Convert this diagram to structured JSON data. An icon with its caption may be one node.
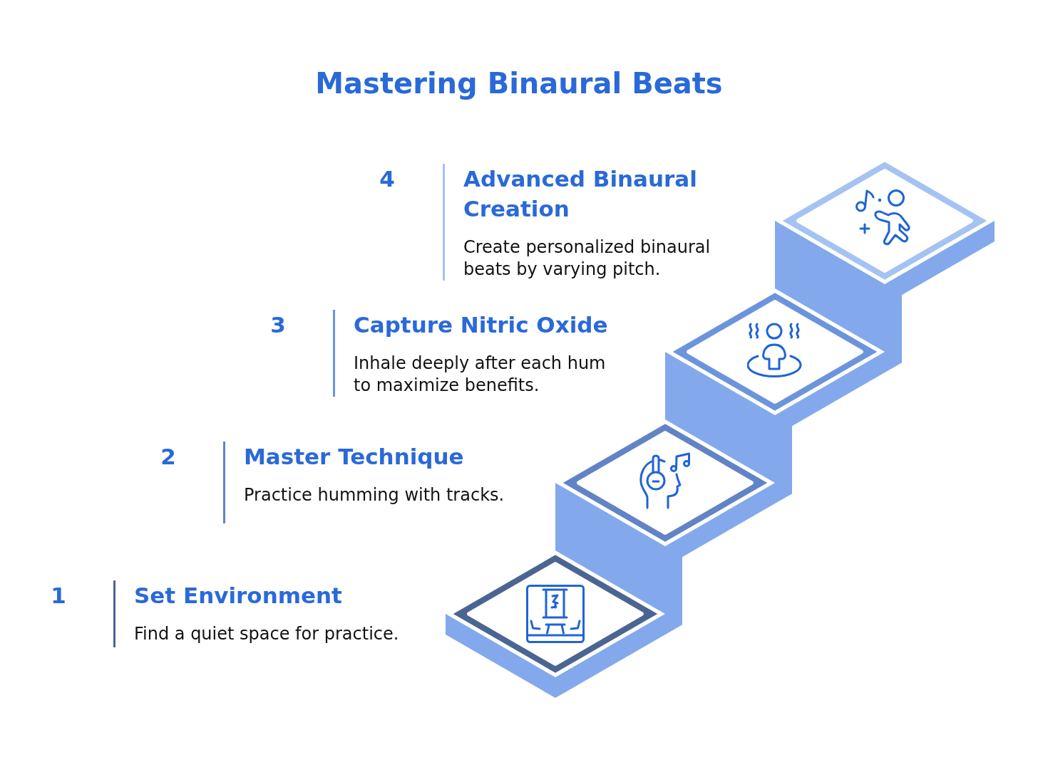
{
  "diagram": {
    "title": "Mastering Binaural Beats",
    "nodes": [
      {
        "text": [
          "Advanced Binaural Creation",
          "Create personalized binaural beats by varying pitch."
        ],
        "beside": [
          "4"
        ]
      },
      {
        "text": [
          "Capture Nitric Oxide",
          "Inhale deeply after each hum to maximize benefits."
        ],
        "beside": [
          "3"
        ]
      },
      {
        "text": [
          "Master Technique",
          "Practice humming with tracks."
        ],
        "beside": [
          "2"
        ]
      },
      {
        "text": [
          "Set Environment",
          "Find a quiet space for practice."
        ],
        "beside": [
          "1"
        ]
      }
    ]
  }
}
